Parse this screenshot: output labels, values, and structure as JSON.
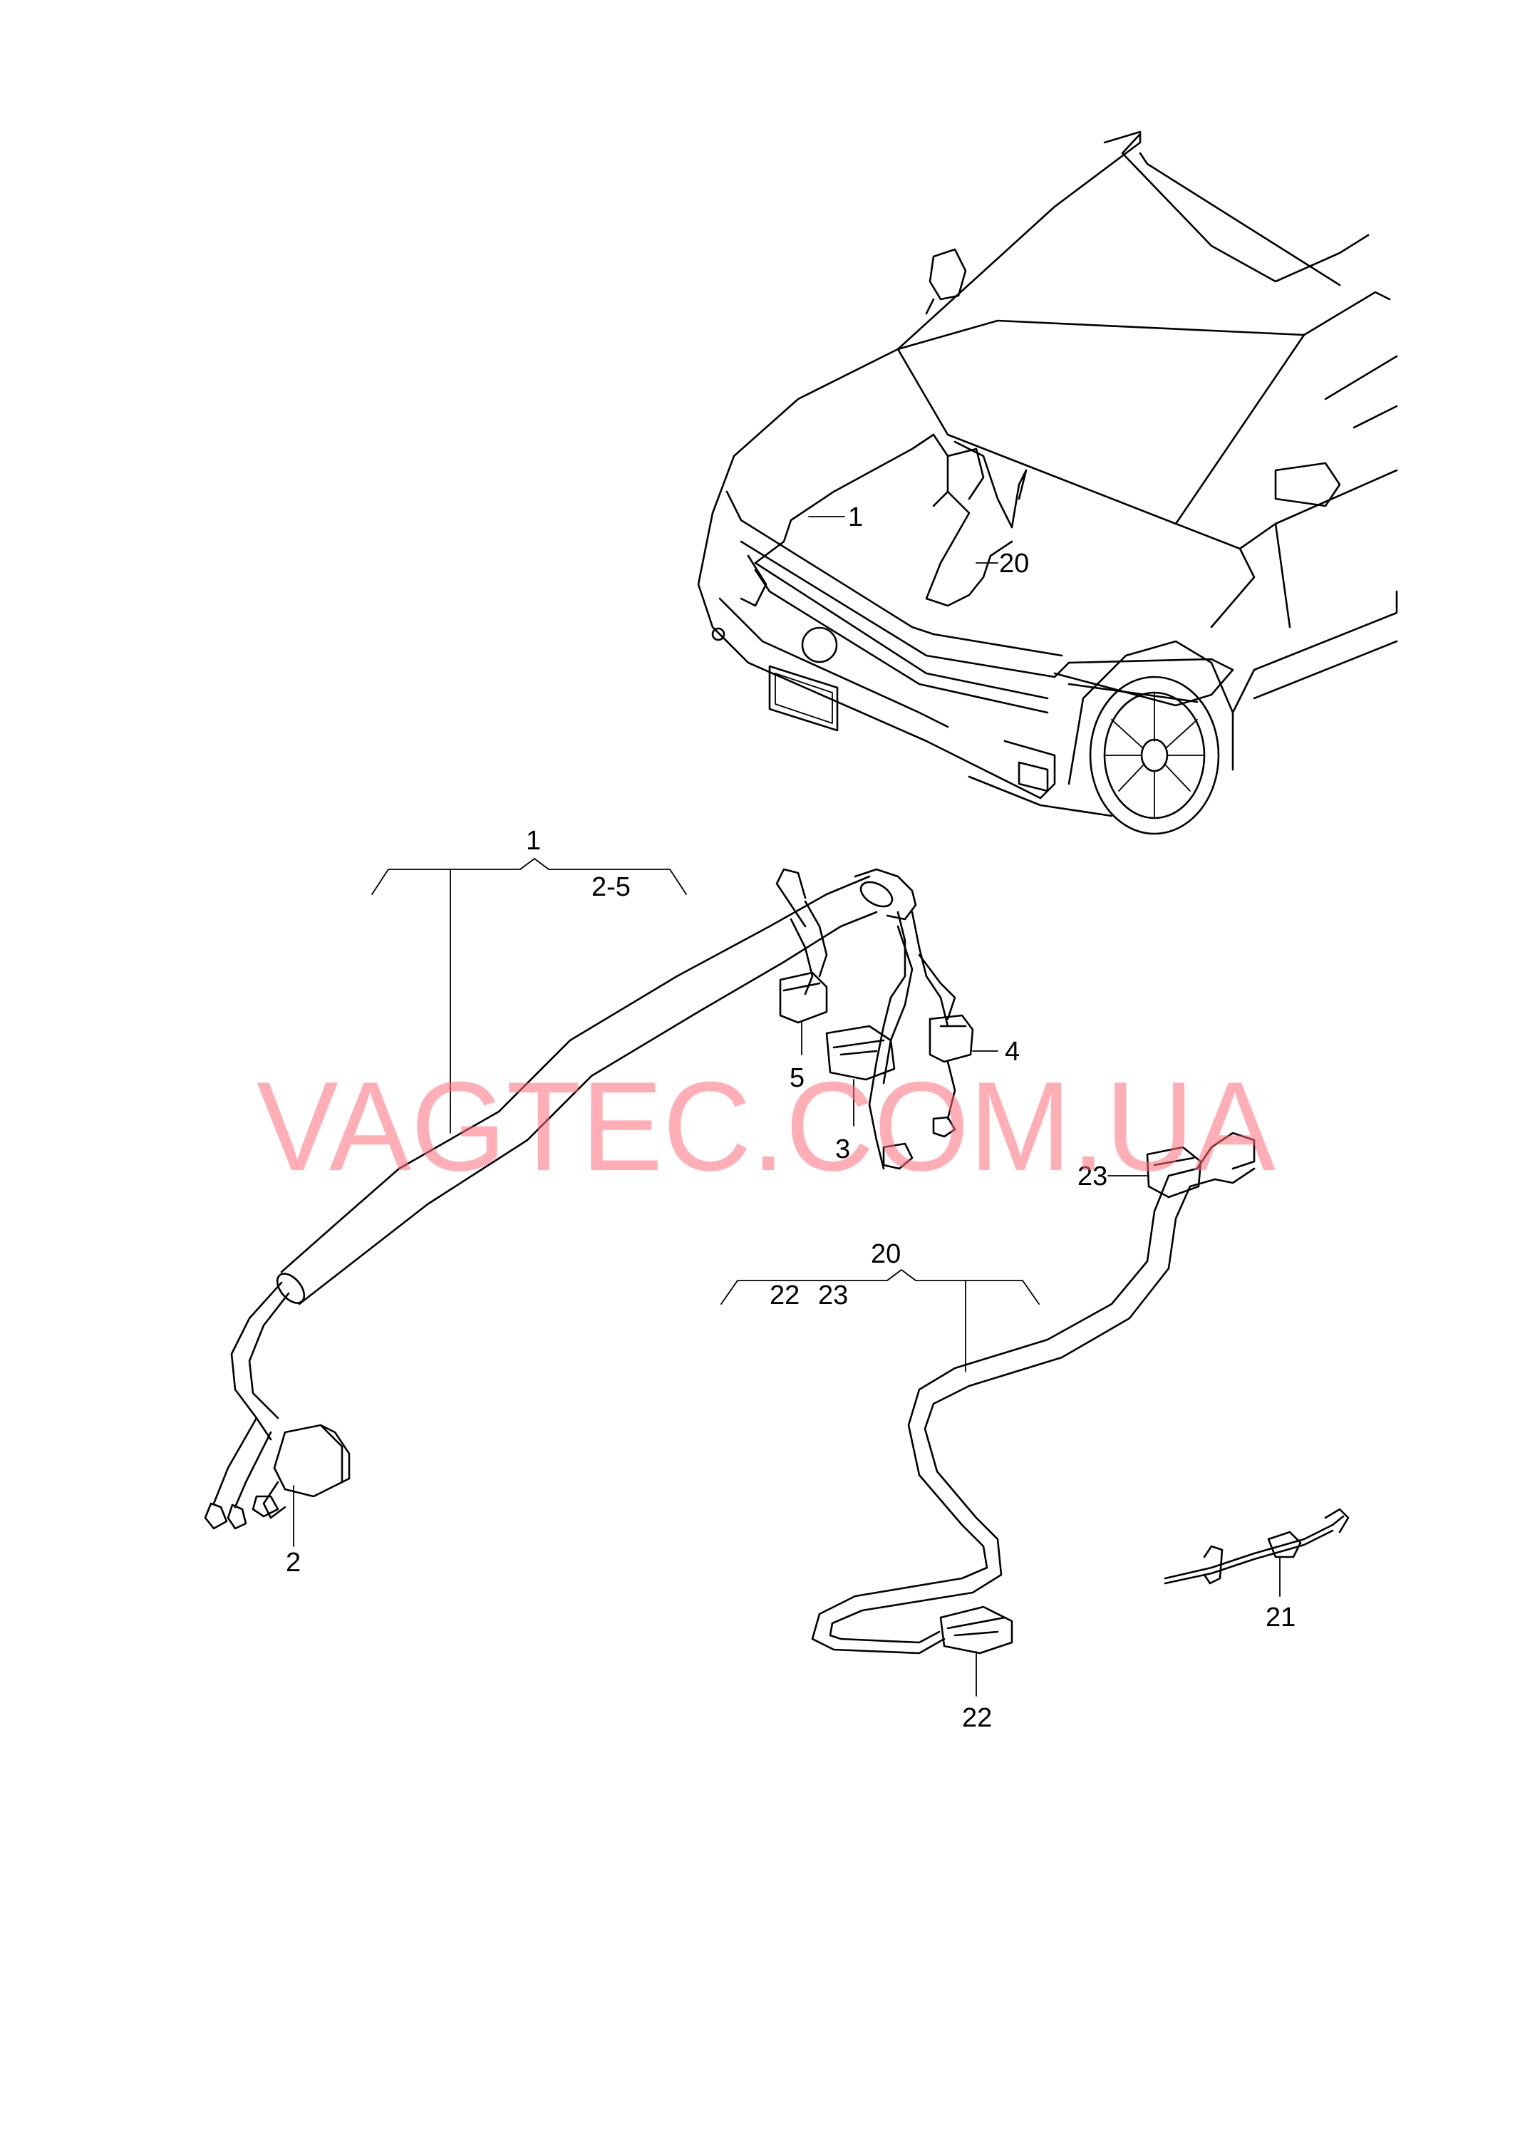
{
  "callouts": {
    "c1_top": "1",
    "c20_top": "20",
    "c1_group": "1",
    "c1_range": "2-5",
    "c2": "2",
    "c3": "3",
    "c4": "4",
    "c5": "5",
    "c20_group": "20",
    "c20_sub_a": "22",
    "c20_sub_b": "23",
    "c21": "21",
    "c22": "22",
    "c23": "23"
  },
  "watermark": "VAGTEC.COM.UA",
  "colors": {
    "line": "#000000",
    "watermark": "#ff6b7a",
    "background": "#ffffff"
  }
}
